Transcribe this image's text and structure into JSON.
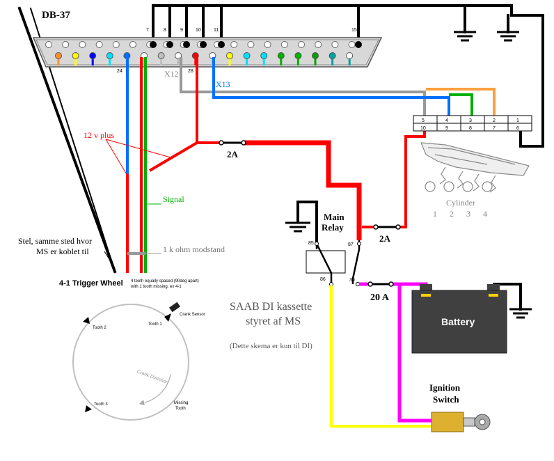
{
  "connector": {
    "title": "DB-37",
    "top_pin_numbers": [
      "7",
      "8",
      "9",
      "10",
      "11",
      "15"
    ],
    "bottom_pin_numbers": [
      "24",
      "28"
    ],
    "wire_labels": {
      "x12": "X12",
      "x13": "X13"
    }
  },
  "labels": {
    "plus12": "12 v plus",
    "signal": "Signal",
    "resistor": "1 k ohm modstand",
    "ground_line1": "Stel, samme sted hvor",
    "ground_line2": "MS er koblet til",
    "fuse_2a_top": "2A",
    "fuse_2a_relay": "2A",
    "fuse_20a": "20 A",
    "main_relay_line1": "Main",
    "main_relay_line2": "Relay",
    "relay_pin85": "85",
    "relay_pin86": "86",
    "relay_pin87": "87",
    "relay_pin30": "30",
    "battery": "Battery",
    "ignition_line1": "Ignition",
    "ignition_line2": "Switch",
    "cylinder": "Cylinder",
    "cylinder_numbers": [
      "1",
      "2",
      "3",
      "4"
    ],
    "di_title_line1": "SAAB DI kassette",
    "di_title_line2": "styret af MS",
    "di_note": "(Dette skema er kun til DI)"
  },
  "terminal_block": {
    "top_row": [
      "5",
      "4",
      "3",
      "2",
      "1"
    ],
    "bottom_row": [
      "10",
      "9",
      "8",
      "7",
      "6"
    ]
  },
  "trigger_wheel": {
    "title": "4-1 Trigger Wheel",
    "note_line1": "4 teeth equally spaced (90deg apart)",
    "note_line2": "with 1 tooth missing. ex 4-1",
    "crank_sensor": "Crank Sensor",
    "tooth1": "Tooth 1",
    "tooth2": "Tooth 2",
    "tooth3": "Tooth 3",
    "missing_tooth_line1": "Missing",
    "missing_tooth_line2": "Tooth",
    "crank_direction": "Crank Direction"
  },
  "colors": {
    "red": "#ff0000",
    "blue": "#0070ff",
    "green": "#00b000",
    "orange": "#ffa040",
    "grey": "#999999",
    "yellow": "#ffff00",
    "magenta": "#ff00ff",
    "battery_body": "#404040"
  }
}
